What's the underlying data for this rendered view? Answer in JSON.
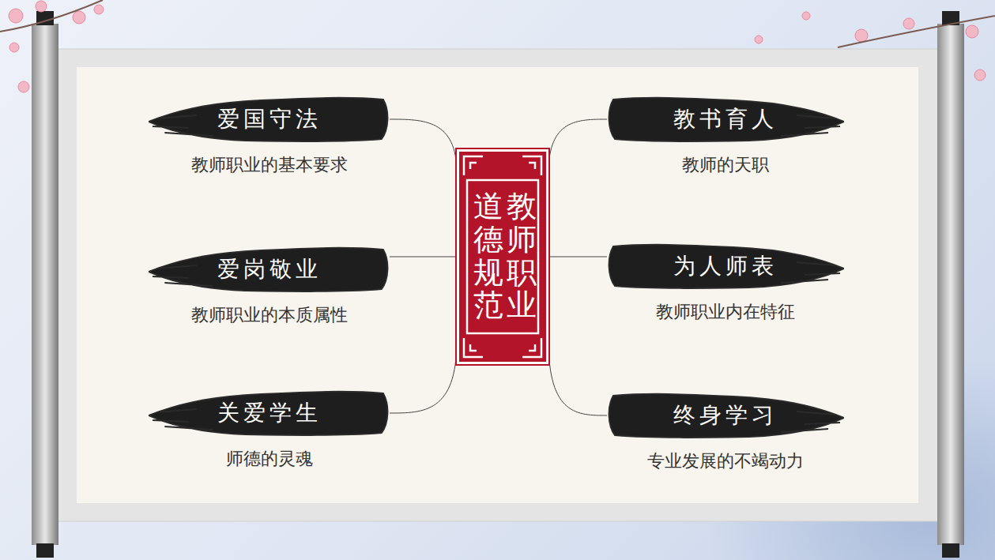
{
  "diagram": {
    "nodes": [
      {
        "text": [
          "教师职业",
          "道德规范"
        ]
      },
      {
        "text": [
          "爱国守法",
          "教师职业的基本要求"
        ]
      },
      {
        "text": [
          "教书育人",
          "教师的天职"
        ]
      },
      {
        "text": [
          "爱岗敬业",
          "教师职业的本质属性"
        ]
      },
      {
        "text": [
          "为人师表",
          "教师职业内在特征"
        ]
      },
      {
        "text": [
          "关爱学生",
          "师德的灵魂"
        ]
      },
      {
        "text": [
          "终身学习",
          "专业发展的不竭动力"
        ]
      }
    ],
    "edges": [
      {
        "from": 0,
        "to": 1,
        "arrow": "none"
      },
      {
        "from": 0,
        "to": 2,
        "arrow": "none"
      },
      {
        "from": 0,
        "to": 3,
        "arrow": "none"
      },
      {
        "from": 0,
        "to": 4,
        "arrow": "none"
      },
      {
        "from": 0,
        "to": 5,
        "arrow": "none"
      },
      {
        "from": 0,
        "to": 6,
        "arrow": "none"
      }
    ]
  }
}
